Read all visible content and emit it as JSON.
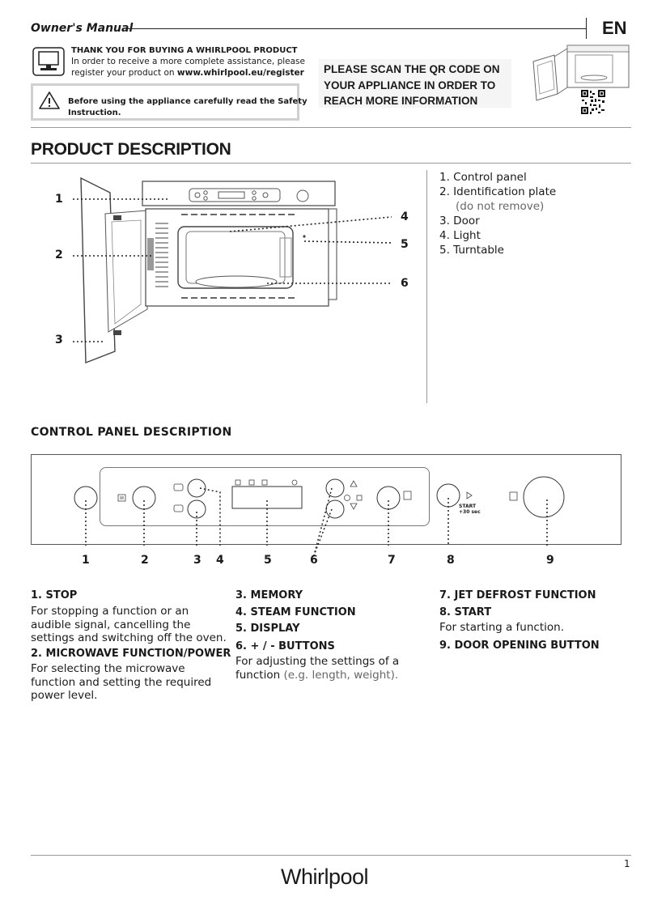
{
  "header": {
    "title": "Owner's Manual",
    "lang": "EN",
    "thanks_bold": "THANK YOU FOR BUYING A WHIRLPOOL PRODUCT",
    "thanks_line1": "In order to receive a more complete assistance, please",
    "thanks_line2_prefix": "register your product on ",
    "thanks_url": "www.whirlpool.eu/register",
    "safety_line1": "Before using the appliance carefully read the Safety",
    "safety_line2": "Instruction.",
    "qr_line1": "PLEASE SCAN THE QR CODE ON",
    "qr_line2": "YOUR APPLIANCE IN ORDER TO",
    "qr_line3": "REACH MORE INFORMATION"
  },
  "product": {
    "heading": "PRODUCT DESCRIPTION",
    "callouts": [
      "1",
      "2",
      "3",
      "4",
      "5",
      "6"
    ],
    "parts": [
      "1.  Control panel",
      "2.  Identification plate",
      "(do not remove)",
      "3.  Door",
      "4.  Light",
      "5.  Turntable"
    ]
  },
  "panel": {
    "heading": "CONTROL PANEL DESCRIPTION",
    "start_label": "START",
    "start_sub": "+30 sec",
    "numbers": [
      "1",
      "2",
      "3",
      "4",
      "5",
      "6",
      "7",
      "8",
      "9"
    ]
  },
  "descriptions": {
    "col1": {
      "h1": "1. STOP",
      "p1_l1": "For stopping a function or an",
      "p1_l2": "audible signal, cancelling the",
      "p1_l3": "settings and switching off the oven.",
      "h2": "2. MICROWAVE FUNCTION/POWER",
      "p2_l1": "For selecting the microwave",
      "p2_l2": "function and setting the required",
      "p2_l3": "power level."
    },
    "col2": {
      "h3": "3. MEMORY",
      "h4": "4. STEAM FUNCTION",
      "h5": "5. DISPLAY",
      "h6": "6. + / - BUTTONS",
      "p6_l1": "For adjusting the settings of a",
      "p6_l2a": "function ",
      "p6_l2b": "(e.g. length, weight)."
    },
    "col3": {
      "h7": "7. JET DEFROST FUNCTION",
      "h8": "8. START",
      "p8": "For starting a function.",
      "h9": "9. DOOR OPENING BUTTON"
    }
  },
  "footer": {
    "page": "1",
    "brand": "Whirlpool"
  }
}
